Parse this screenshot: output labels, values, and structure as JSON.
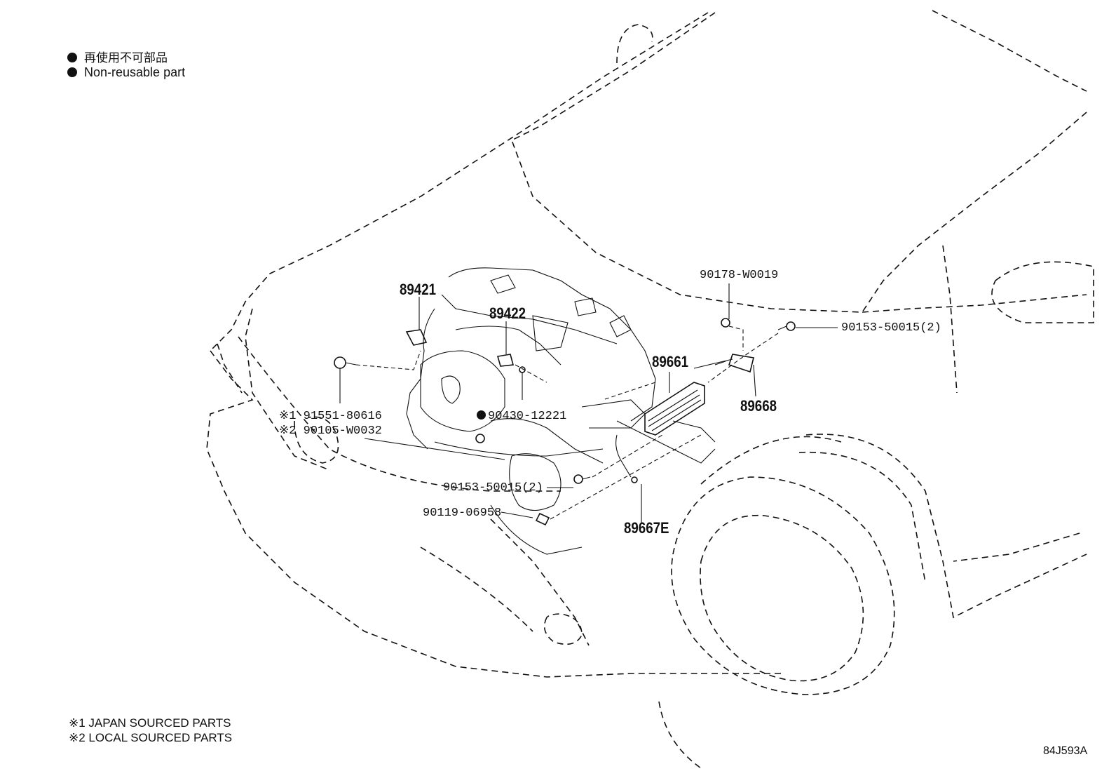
{
  "legend": {
    "jp_note": "再使用不可部品",
    "en_note": "Non-reusable part",
    "dot_color": "#111111"
  },
  "parts": {
    "p89421": "89421",
    "p89422": "89422",
    "p89661": "89661",
    "p89668": "89668",
    "p89667E": "89667E",
    "p90178": "90178-W0019",
    "p90153_right": "90153-50015(2)",
    "p90153_left": "90153-50015(2)",
    "p90119": "90119-06958",
    "p90430": "90430-12221",
    "p91551": "※1 91551-80616",
    "p90105": "※2 90105-W0032"
  },
  "footnotes": {
    "f1": "※1 JAPAN SOURCED PARTS",
    "f2": "※2 LOCAL SOURCED PARTS"
  },
  "diagram_code": "84J593A"
}
